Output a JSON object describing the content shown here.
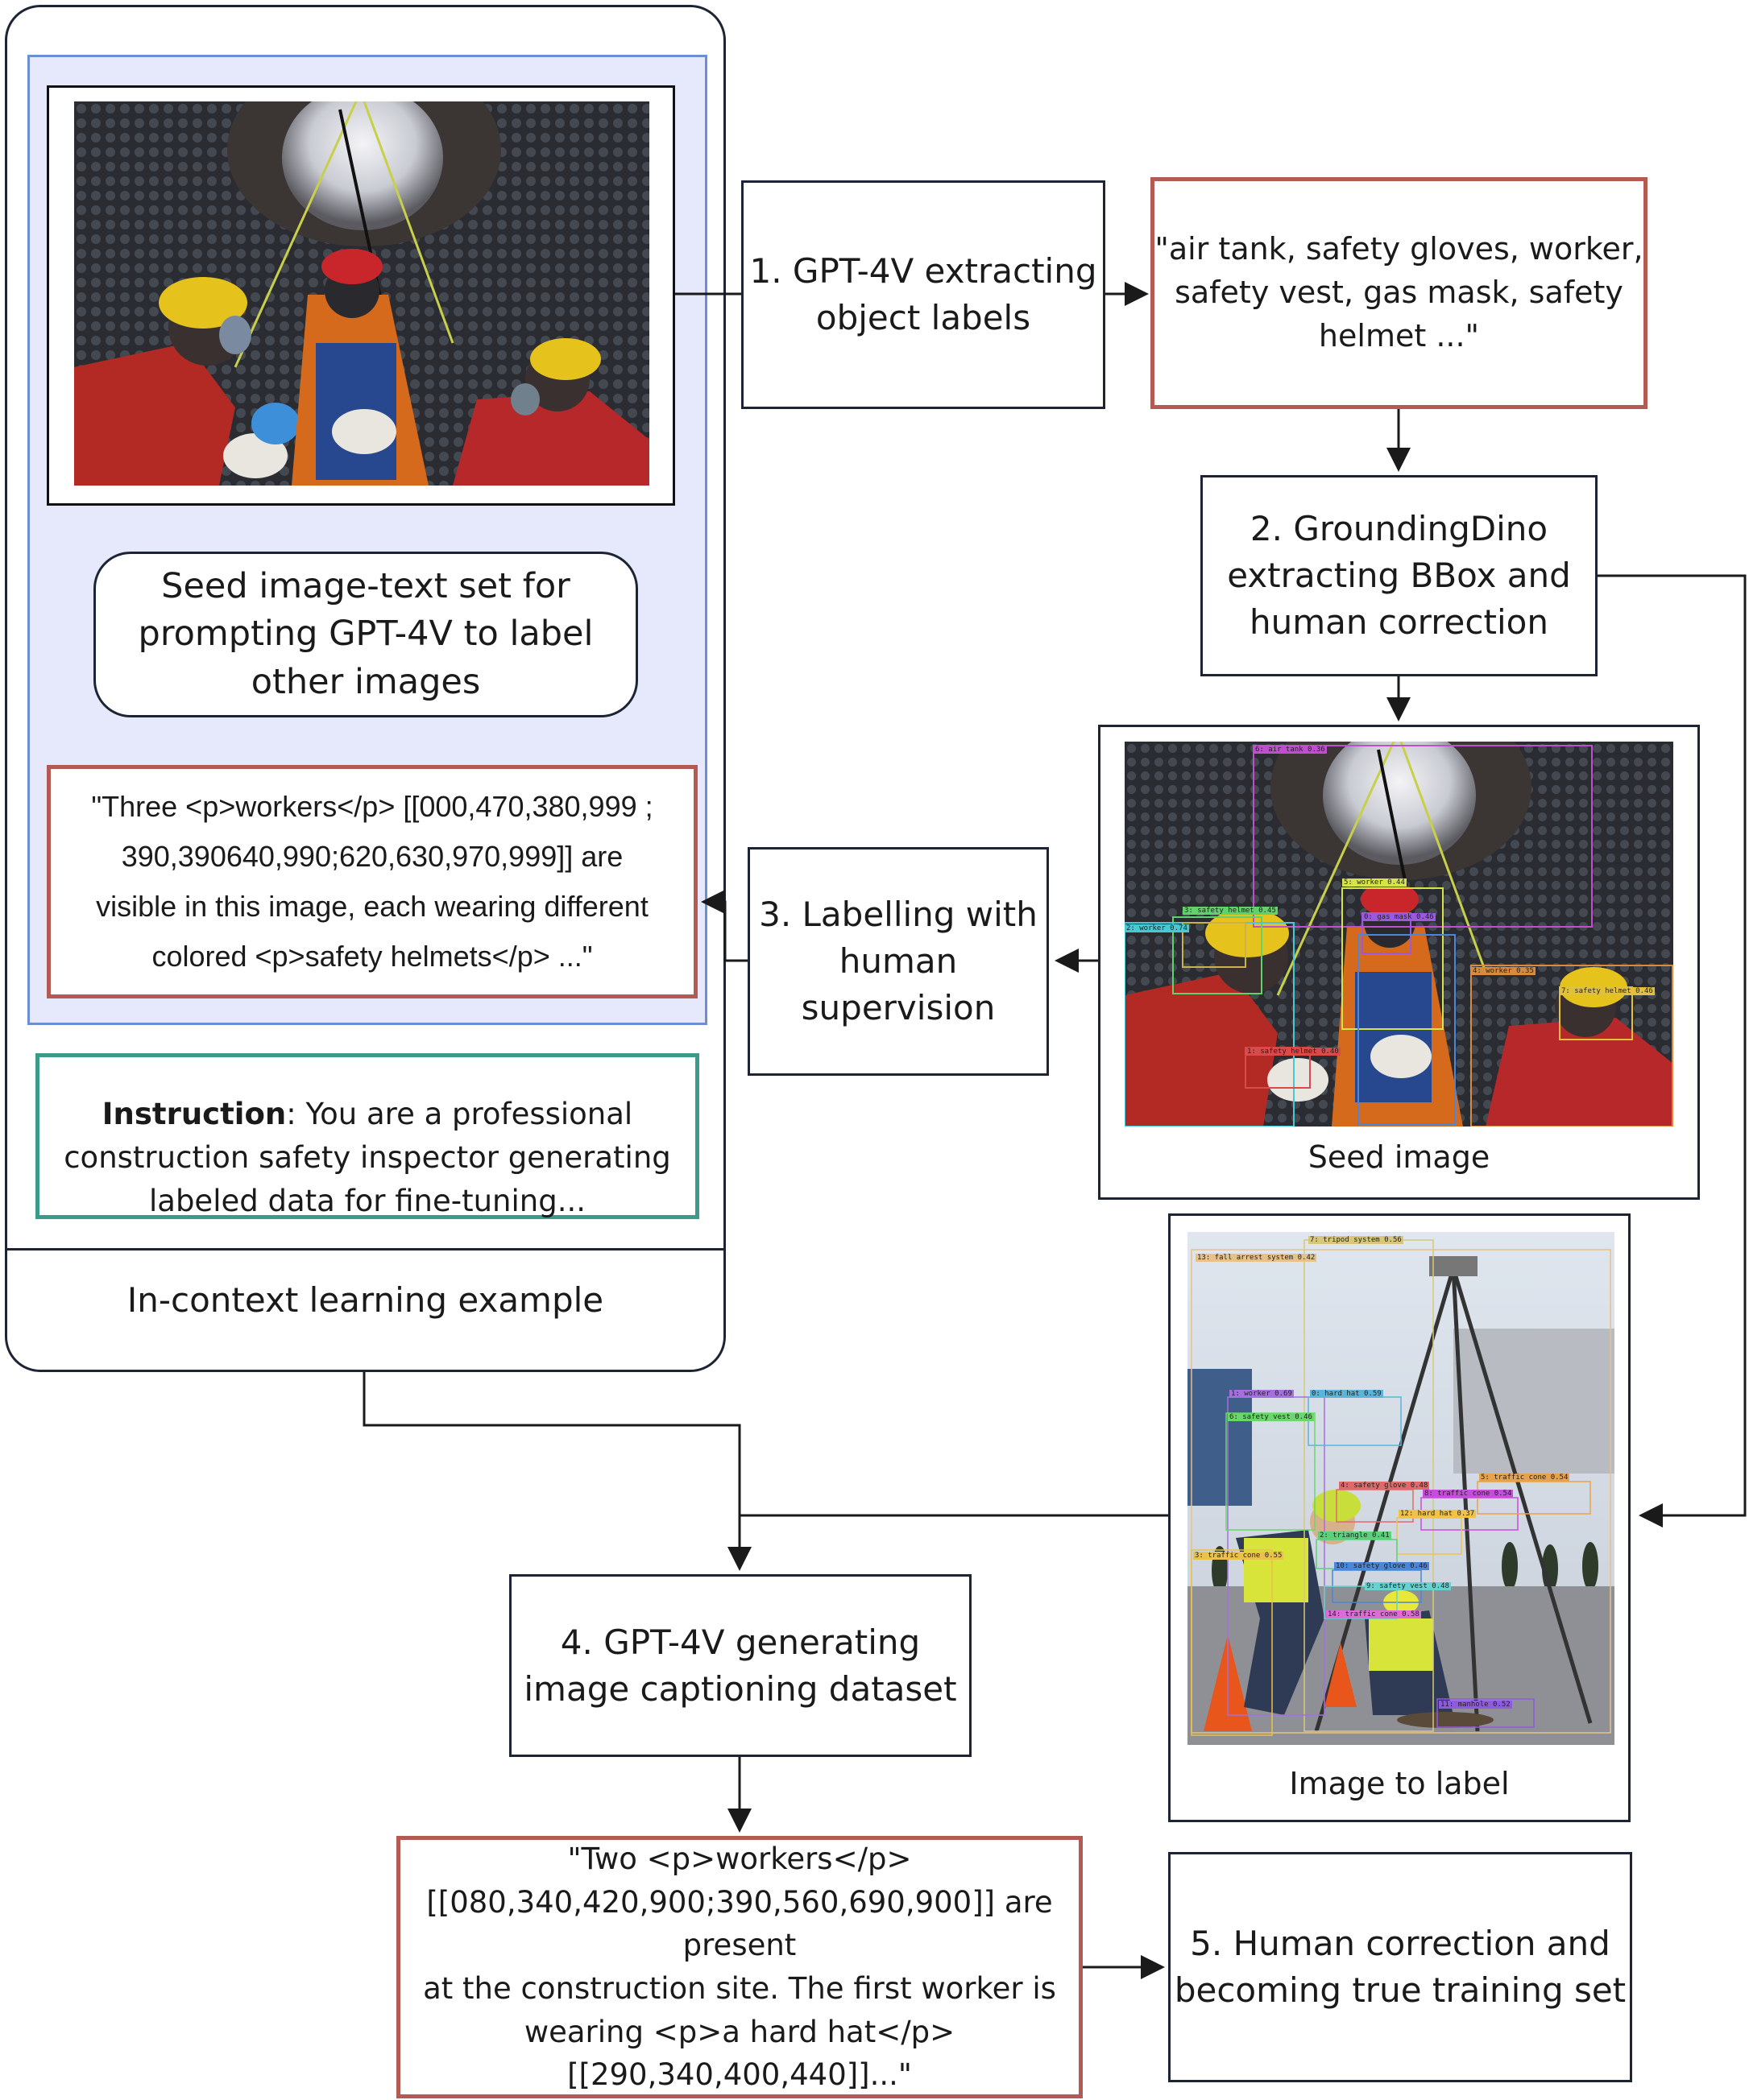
{
  "left_panel": {
    "caption_box": "Seed image-text set for\nprompting GPT-4V  to label\nother images",
    "seed_caption": "\"Three <p>workers</p> [[000,470,380,999 ;\n390,390640,990;620,630,970,999]] are\nvisible in this image, each wearing different\ncolored <p>safety helmets</p> ...\"",
    "instruction_label": "Instruction",
    "instruction_text": ": You are a professional\nconstruction safety inspector generating\nlabeled data for fine-tuning...",
    "footer": "In-context learning example"
  },
  "steps": {
    "step1": "1. GPT-4V extracting\nobject labels",
    "labels_output": "\"air tank, safety gloves, worker,\nsafety vest, gas mask, safety\nhelmet ...\"",
    "step2": "2. GroundingDino\nextracting BBox and\nhuman correction",
    "step3": "3. Labelling with\nhuman\nsupervision",
    "step4": "4. GPT-4V generating\nimage captioning dataset",
    "output_caption": "\"Two <p>workers</p>\n[[080,340,420,900;390,560,690,900]] are present\nat the construction site. The first worker is\nwearing <p>a hard hat</p>\n[[290,340,400,440]]...\"",
    "step5": "5. Human correction and\nbecoming true training set"
  },
  "seed_image_caption": "Seed image",
  "label_image_caption": "Image to label",
  "seed_bbox_labels": [
    "6: air tank 0.36",
    "3: safety helmet 0.45",
    "5: worker 0.44",
    "2: worker 0.74",
    "0: gas mask 0.46",
    "1: safety helmet 0.40",
    "4: worker 0.35",
    "7: safety helmet 0.46"
  ],
  "label_bbox_labels": [
    "7: tripod system 0.56",
    "13: fall arrest system 0.42",
    "1: worker 0.69",
    "0: hard hat 0.59",
    "6: safety vest 0.46",
    "4: safety glove 0.48",
    "8: traffic cone 0.54",
    "5: traffic cone 0.54",
    "12: hard hat 0.37",
    "2: triangle 0.41",
    "3: traffic cone 0.55",
    "10: safety glove 0.46",
    "9: safety vest 0.48",
    "14: traffic cone 0.58",
    "11: manhole 0.52"
  ],
  "colors": {
    "step_border": "#1d2433",
    "red_border": "#b35a52",
    "blue_border": "#6c8fd1",
    "blue_fill": "#e6e8fb",
    "teal_border": "#3c9a8a",
    "arrow": "#1a1a1a"
  }
}
